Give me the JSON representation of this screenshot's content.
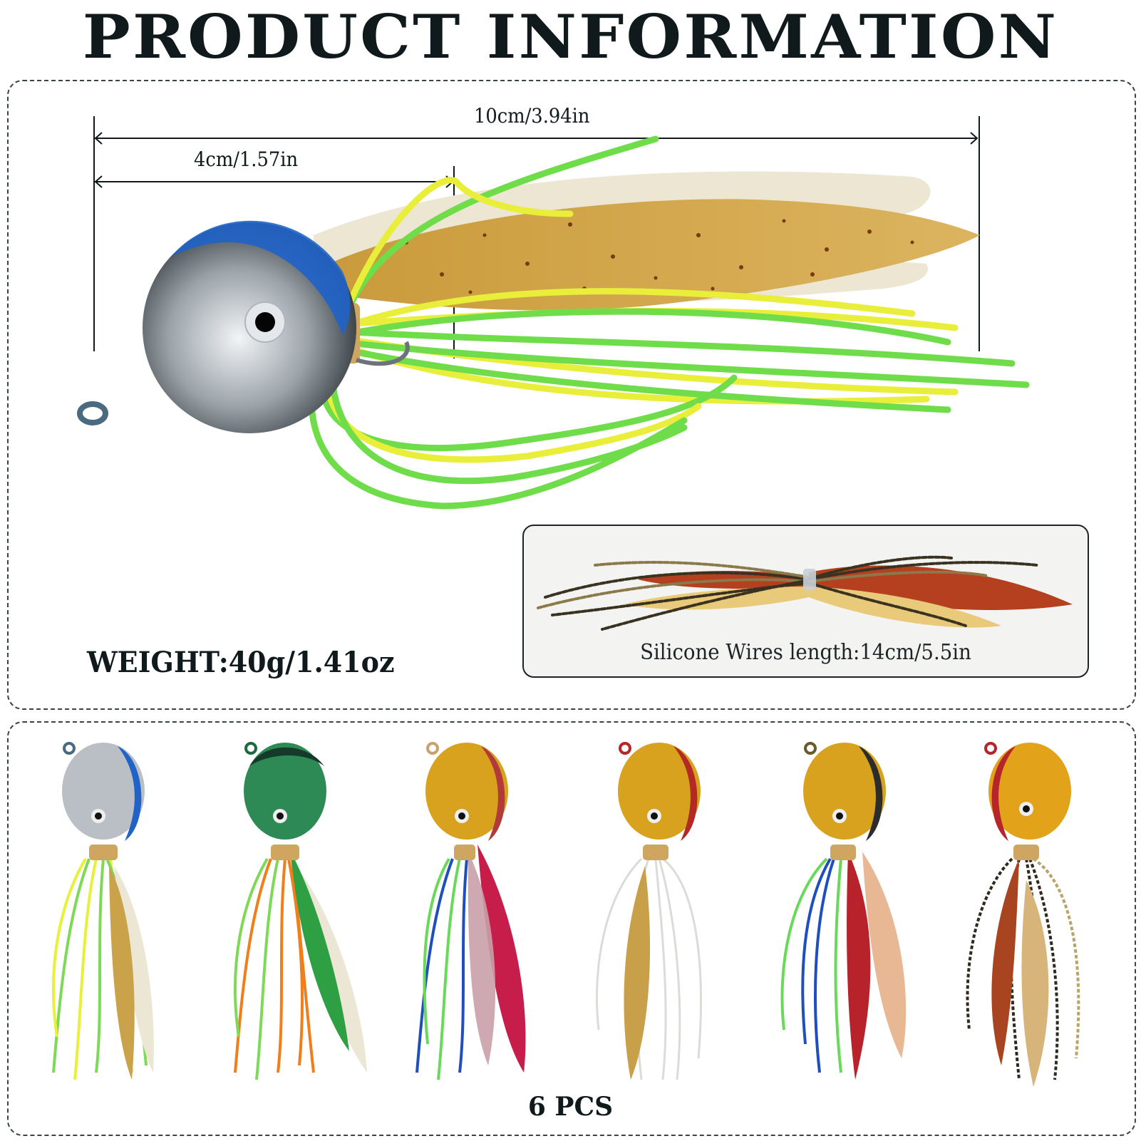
{
  "header": {
    "title": "PRODUCT INFORMATION"
  },
  "dimensions": {
    "total_length": "10cm/3.94in",
    "head_length": "4cm/1.57in"
  },
  "weight": {
    "label": "WEIGHT:40g/1.41oz"
  },
  "inset": {
    "caption": "Silicone Wires length:14cm/5.5in"
  },
  "quantity": {
    "label": "6 PCS"
  },
  "variants": [
    {
      "name": "silver-blue",
      "head": "#b9bfc4",
      "accent": "#1f63c9",
      "skirt": [
        "#7ed957",
        "#e8f03a"
      ],
      "tails": [
        "#caa24a",
        "#ece6d4"
      ]
    },
    {
      "name": "green",
      "head": "#2e8a55",
      "accent": "#163a2a",
      "skirt": [
        "#f07e1a",
        "#7ed957"
      ],
      "tails": [
        "#2ea043",
        "#ece6d4"
      ]
    },
    {
      "name": "gold-red",
      "head": "#d8a21e",
      "accent": "#b33a3a",
      "skirt": [
        "#1f4fbf",
        "#6ad85a"
      ],
      "tails": [
        "#c9507c",
        "#c61d4b"
      ]
    },
    {
      "name": "gold-red-clear",
      "head": "#d8a21e",
      "accent": "#b32a25",
      "skirt": [
        "#d9dcd7",
        "#eeeeea"
      ],
      "tails": [
        "#c9a04a",
        "#eeeae0"
      ]
    },
    {
      "name": "gold-black",
      "head": "#d8a21e",
      "accent": "#2b2d2a",
      "skirt": [
        "#1f4fbf",
        "#6ad85a"
      ],
      "tails": [
        "#b8222a",
        "#e6b08a"
      ]
    },
    {
      "name": "gold-red-camo",
      "head": "#e2a21a",
      "accent": "#b5252a",
      "skirt": [
        "#2e2a1e",
        "#b8a46a"
      ],
      "tails": [
        "#a8441f",
        "#d6b47a"
      ]
    }
  ],
  "colors": {
    "text": "#101a1c",
    "border": "#3a4446",
    "inset_bg": "#f3f3f1"
  }
}
